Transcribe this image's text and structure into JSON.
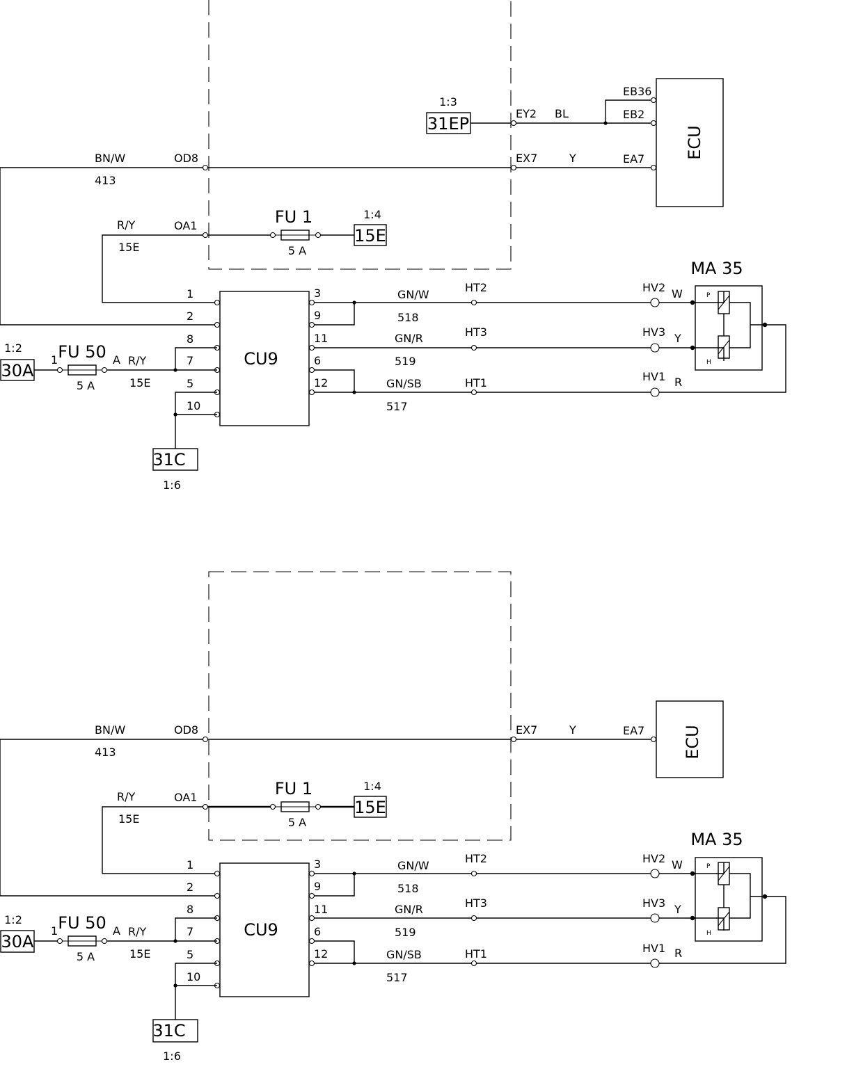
{
  "section_top": {
    "refs": {
      "ep_ref": "1:3",
      "ep_box": "31EP",
      "fuse1_ref": "1:4",
      "fuse1_box": "15E",
      "bat_ref": "1:2",
      "bat_box": "30A",
      "gnd_box": "31C",
      "gnd_ref": "1:6"
    },
    "wires": {
      "bnw": "BN/W",
      "bnw_num": "413",
      "ry": "R/Y",
      "ry_num": "15E",
      "ry2": "R/Y",
      "ry2_num": "15E",
      "bl": "BL",
      "y": "Y",
      "gnw": "GN/W",
      "gnw_num": "518",
      "gnr": "GN/R",
      "gnr_num": "519",
      "gnsb": "GN/SB",
      "gnsb_num": "517"
    },
    "connectors": {
      "od8": "OD8",
      "oa1": "OA1",
      "ey2": "EY2",
      "ex7": "EX7",
      "eb36": "EB36",
      "eb2": "EB2",
      "ea7": "EA7",
      "ht2": "HT2",
      "ht3": "HT3",
      "ht1": "HT1",
      "hv2": "HV2",
      "hv3": "HV3",
      "hv1": "HV1"
    },
    "fuse1": {
      "name": "FU 1",
      "rating": "5 A"
    },
    "fuse50": {
      "name": "FU 50",
      "rating": "5 A",
      "pin_in": "1",
      "pin_out": "A"
    },
    "ecu": {
      "label": "ECU"
    },
    "cu": {
      "label": "CU9",
      "pins": [
        "1",
        "2",
        "8",
        "7",
        "5",
        "10",
        "3",
        "9",
        "11",
        "6",
        "12"
      ]
    },
    "ma": {
      "label": "MA 35",
      "w": "W",
      "y": "Y",
      "r": "R",
      "p": "P",
      "h": "H"
    }
  },
  "section_bottom": {
    "refs": {
      "fuse1_ref": "1:4",
      "fuse1_box": "15E",
      "bat_ref": "1:2",
      "bat_box": "30A",
      "gnd_box": "31C",
      "gnd_ref": "1:6"
    },
    "wires": {
      "bnw": "BN/W",
      "bnw_num": "413",
      "ry": "R/Y",
      "ry_num": "15E",
      "ry2": "R/Y",
      "ry2_num": "15E",
      "y": "Y",
      "gnw": "GN/W",
      "gnw_num": "518",
      "gnr": "GN/R",
      "gnr_num": "519",
      "gnsb": "GN/SB",
      "gnsb_num": "517"
    },
    "connectors": {
      "od8": "OD8",
      "oa1": "OA1",
      "ex7": "EX7",
      "ea7": "EA7",
      "ht2": "HT2",
      "ht3": "HT3",
      "ht1": "HT1",
      "hv2": "HV2",
      "hv3": "HV3",
      "hv1": "HV1"
    },
    "fuse1": {
      "name": "FU 1",
      "rating": "5 A"
    },
    "fuse50": {
      "name": "FU 50",
      "rating": "5 A",
      "pin_in": "1",
      "pin_out": "A"
    },
    "ecu": {
      "label": "ECU"
    },
    "cu": {
      "label": "CU9",
      "pins": [
        "1",
        "2",
        "8",
        "7",
        "5",
        "10",
        "3",
        "9",
        "11",
        "6",
        "12"
      ]
    },
    "ma": {
      "label": "MA 35",
      "w": "W",
      "y": "Y",
      "r": "R",
      "p": "P",
      "h": "H"
    }
  }
}
